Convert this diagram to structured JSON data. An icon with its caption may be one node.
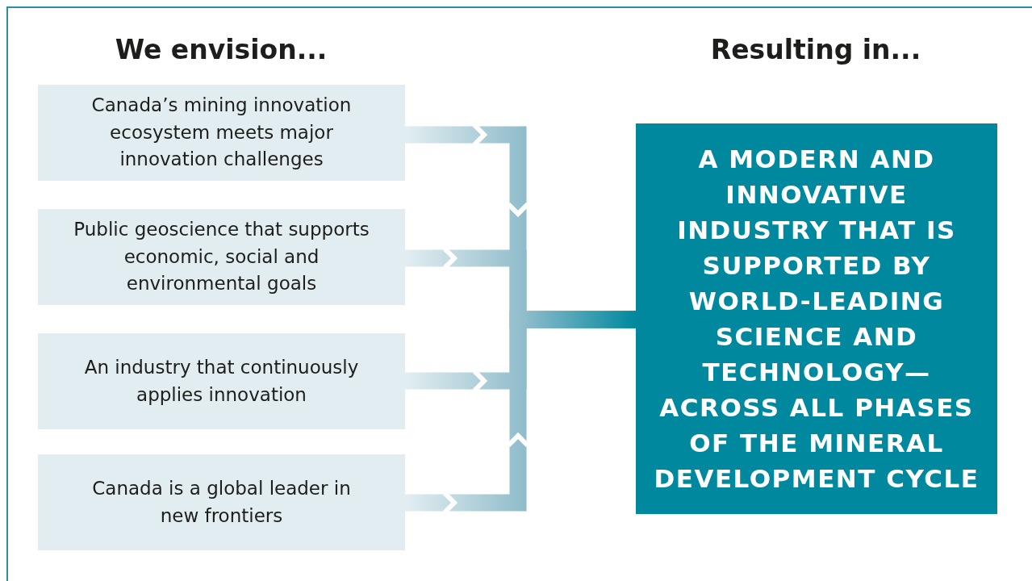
{
  "diagram": {
    "nodes": [
      {
        "text": [
          "Canada’s mining innovation ecosystem meets major innovation challenges"
        ]
      },
      {
        "text": [
          "Public geoscience that supports economic, social and environmental goals"
        ]
      },
      {
        "text": [
          "An industry that continuously applies innovation"
        ]
      },
      {
        "text": [
          "Canada is a global leader in new frontiers"
        ]
      },
      {
        "text": [
          "A MODERN AND INNOVATIVE INDUSTRY THAT IS SUPPORTED BY WORLD-LEADING SCIENCE AND TECHNOLOGY— ACROSS ALL PHASES OF THE MINERAL DEVELOPMENT CYCLE"
        ]
      }
    ],
    "edges": [
      {
        "from": 0,
        "to": 4,
        "arrow": "to"
      },
      {
        "from": 1,
        "to": 4,
        "arrow": "to"
      },
      {
        "from": 2,
        "to": 4,
        "arrow": "to"
      },
      {
        "from": 3,
        "to": 4,
        "arrow": "to"
      }
    ],
    "labels": [
      "We envision...",
      "Resulting in..."
    ]
  }
}
